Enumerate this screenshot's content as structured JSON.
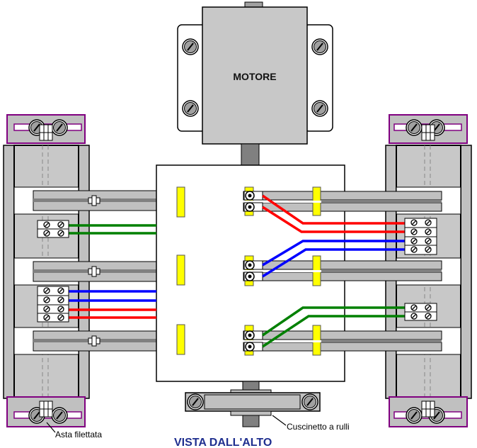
{
  "title": "VISTA DALL'ALTO",
  "labels": {
    "motor": "MOTORE",
    "threaded_rod": "Asta filettata",
    "roller_bearing": "Cuscinetto a rulli"
  },
  "colors": {
    "frame_gray": "#c0c0c0",
    "dark_gray": "#808080",
    "purple": "#800080",
    "yellow": "#ffff00",
    "wire_red": "#ff0000",
    "wire_blue": "#0000ff",
    "wire_green": "#008000",
    "title_blue": "#1f2f8f"
  },
  "wires": {
    "left_block_top": [
      "green",
      "green"
    ],
    "left_block_bottom": [
      "blue",
      "blue",
      "red",
      "red"
    ],
    "right_block_top": [
      "red",
      "red",
      "blue",
      "blue"
    ],
    "right_block_bottom": [
      "green",
      "green"
    ]
  }
}
